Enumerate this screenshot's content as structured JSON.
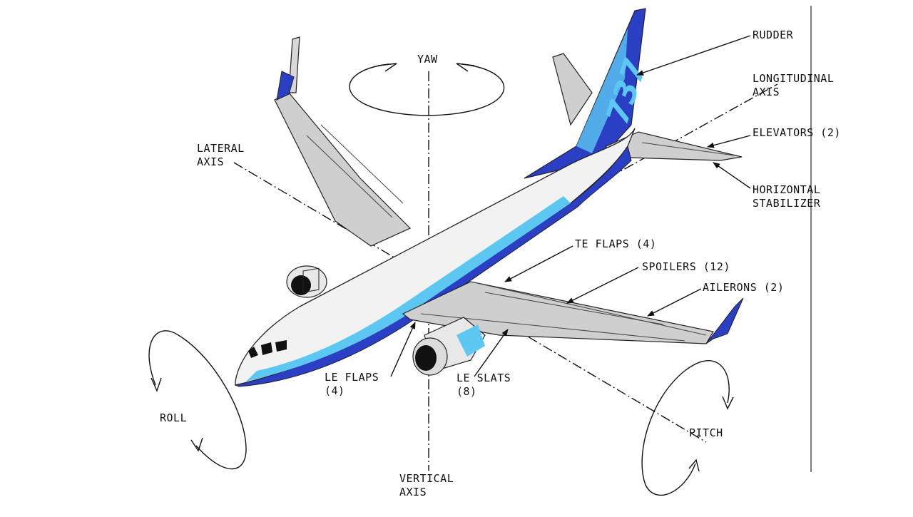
{
  "labels": {
    "yaw": "YAW",
    "rudder": "RUDDER",
    "longitudinal_axis_1": "LONGITUDINAL",
    "longitudinal_axis_2": "AXIS",
    "lateral_axis_1": "LATERAL",
    "lateral_axis_2": "AXIS",
    "elevators": "ELEVATORS (2)",
    "horizontal_stabilizer_1": "HORIZONTAL",
    "horizontal_stabilizer_2": "STABILIZER",
    "te_flaps": "TE FLAPS (4)",
    "spoilers": "SPOILERS (12)",
    "ailerons": "AILERONS (2)",
    "le_flaps_1": "LE FLAPS",
    "le_flaps_2": "(4)",
    "le_slats_1": "LE SLATS",
    "le_slats_2": "(8)",
    "roll": "ROLL",
    "pitch": "PITCH",
    "vertical_axis_1": "VERTICAL",
    "vertical_axis_2": "AXIS",
    "tail_number": "737"
  },
  "colors": {
    "livery_dark_blue": "#2a3fc4",
    "livery_mid_blue": "#1e6fd6",
    "livery_light_blue": "#5cc8f2",
    "fuselage_white": "#f2f2f2",
    "wing_gray": "#cfcfcf",
    "line": "#111111"
  }
}
